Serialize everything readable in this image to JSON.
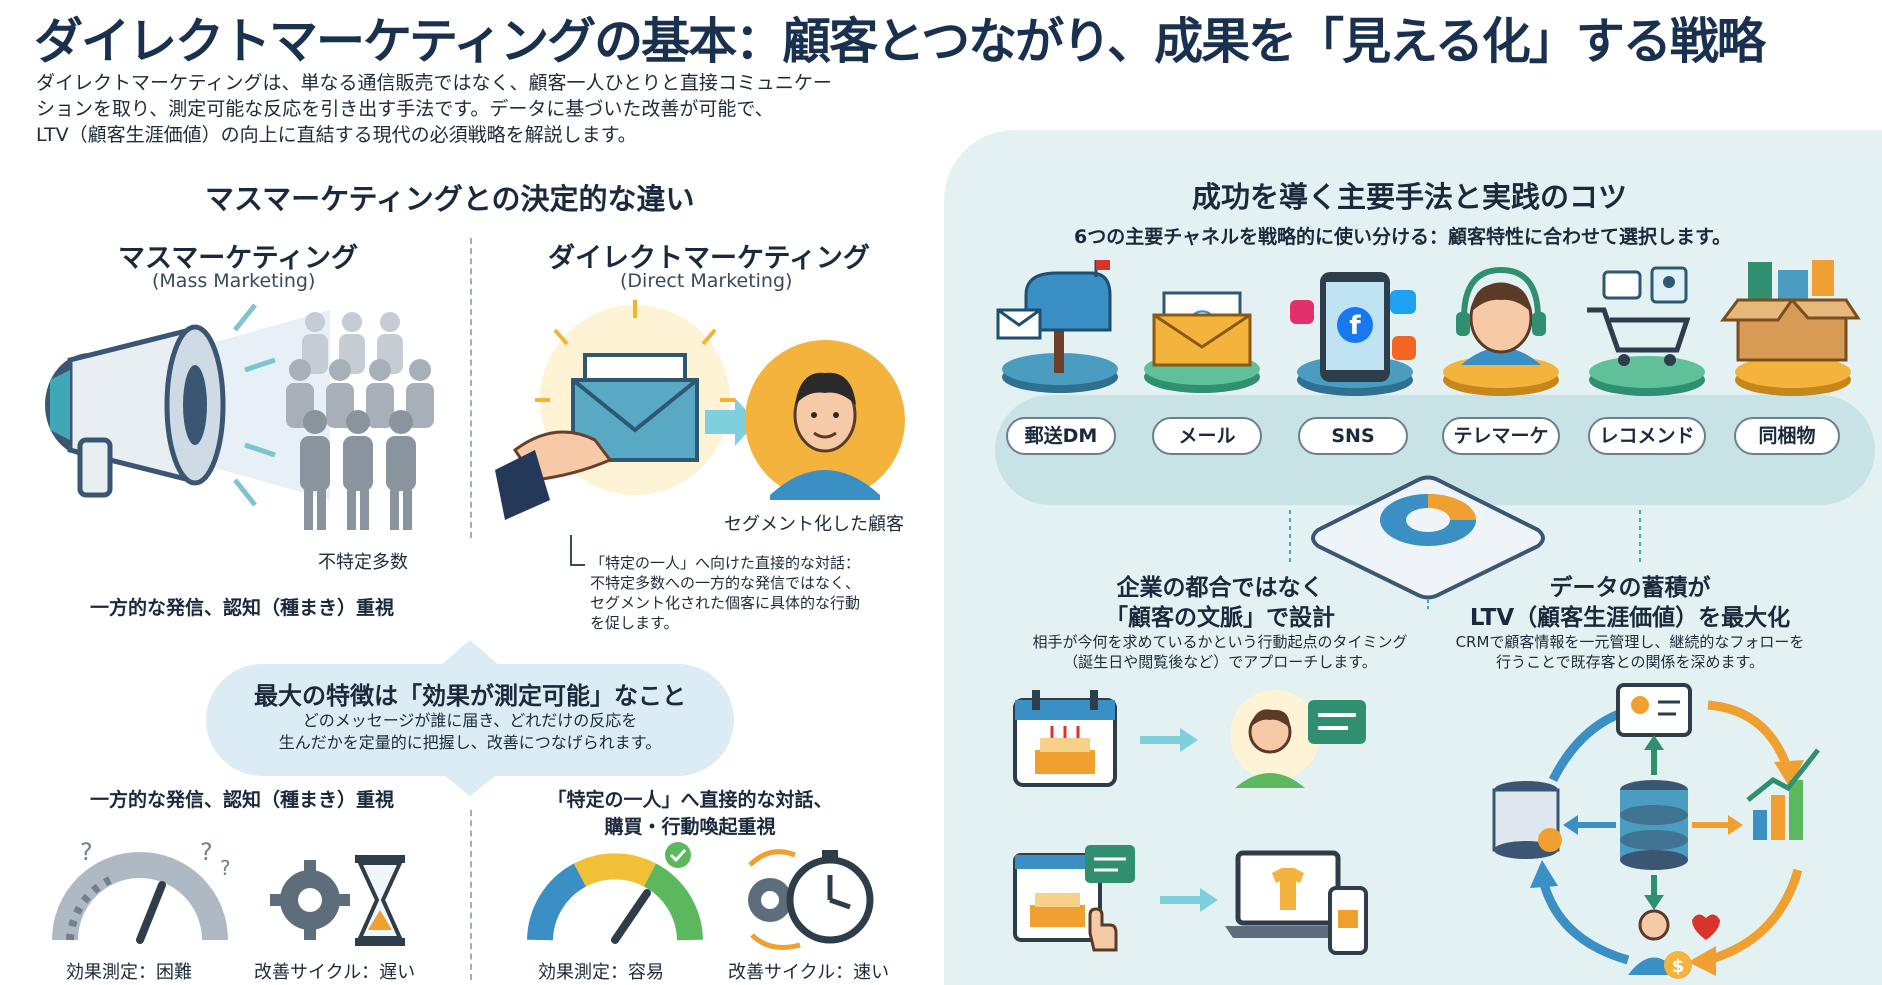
{
  "title": "ダイレクトマーケティングの基本：顧客とつながり、成果を「見える化」する戦略",
  "intro": [
    "ダイレクトマーケティングは、単なる通信販売ではなく、顧客一人ひとりと直接コミュニケー",
    "ションを取り、測定可能な反応を引き出す手法です。データに基づいた改善が可能で、",
    "LTV（顧客生涯価値）の向上に直結する現代の必須戦略を解説します。"
  ],
  "left": {
    "heading": "マスマーケティングとの決定的な違い",
    "mass": {
      "title": "マスマーケティング",
      "subtitle": "(Mass Marketing)",
      "crowd_label": "不特定多数",
      "caption": "一方的な発信、認知（種まき）重視"
    },
    "direct": {
      "title": "ダイレクトマーケティング",
      "subtitle": "(Direct Marketing)",
      "customer_label": "セグメント化した顧客",
      "note": [
        "「特定の一人」へ向けた直接的な対話：",
        "不特定多数への一方的な発信ではなく、",
        "セグメント化された個客に具体的な行動",
        "を促します。"
      ]
    },
    "feature": {
      "title": "最大の特徴は「効果が測定可能」なこと",
      "body": [
        "どのメッセージが誰に届き、どれだけの反応を",
        "生んだかを定量的に把握し、改善につなげられます。"
      ]
    },
    "bottom_left": {
      "caption": "一方的な発信、認知（種まき）重視",
      "measure_label": "効果測定：困難",
      "cycle_label": "改善サイクル：遅い"
    },
    "bottom_right": {
      "caption_line1": "「特定の一人」へ直接的な対話、",
      "caption_line2": "購買・行動喚起重視",
      "measure_label": "効果測定：容易",
      "cycle_label": "改善サイクル：速い"
    }
  },
  "right": {
    "heading": "成功を導く主要手法と実践のコツ",
    "subheading": "6つの主要チャネルを戦略的に使い分ける：顧客特性に合わせて選択します。",
    "channels": [
      {
        "label": "郵送DM",
        "icon": "mailbox-icon"
      },
      {
        "label": "メール",
        "icon": "email-icon"
      },
      {
        "label": "SNS",
        "icon": "smartphone-sns-icon"
      },
      {
        "label": "テレマーケ",
        "icon": "headset-operator-icon"
      },
      {
        "label": "レコメンド",
        "icon": "shopping-cart-icon"
      },
      {
        "label": "同梱物",
        "icon": "package-icon"
      }
    ],
    "context": {
      "title_line1": "企業の都合ではなく",
      "title_line2": "「顧客の文脈」で設計",
      "body": [
        "相手が今何を求めているかという行動起点のタイミング",
        "（誕生日や閲覧後など）でアプローチします。"
      ]
    },
    "data": {
      "title_line1": "データの蓄積が",
      "title_line2": "LTV（顧客生涯価値）を最大化",
      "body": [
        "CRMで顧客情報を一元管理し、継続的なフォローを",
        "行うことで既存客との関係を深めます。"
      ]
    }
  },
  "colors": {
    "navy": "#19304f",
    "teal": "#3fa7b5",
    "orange": "#f0a030",
    "panel": "#e3f1f3",
    "green": "#4caf50"
  }
}
